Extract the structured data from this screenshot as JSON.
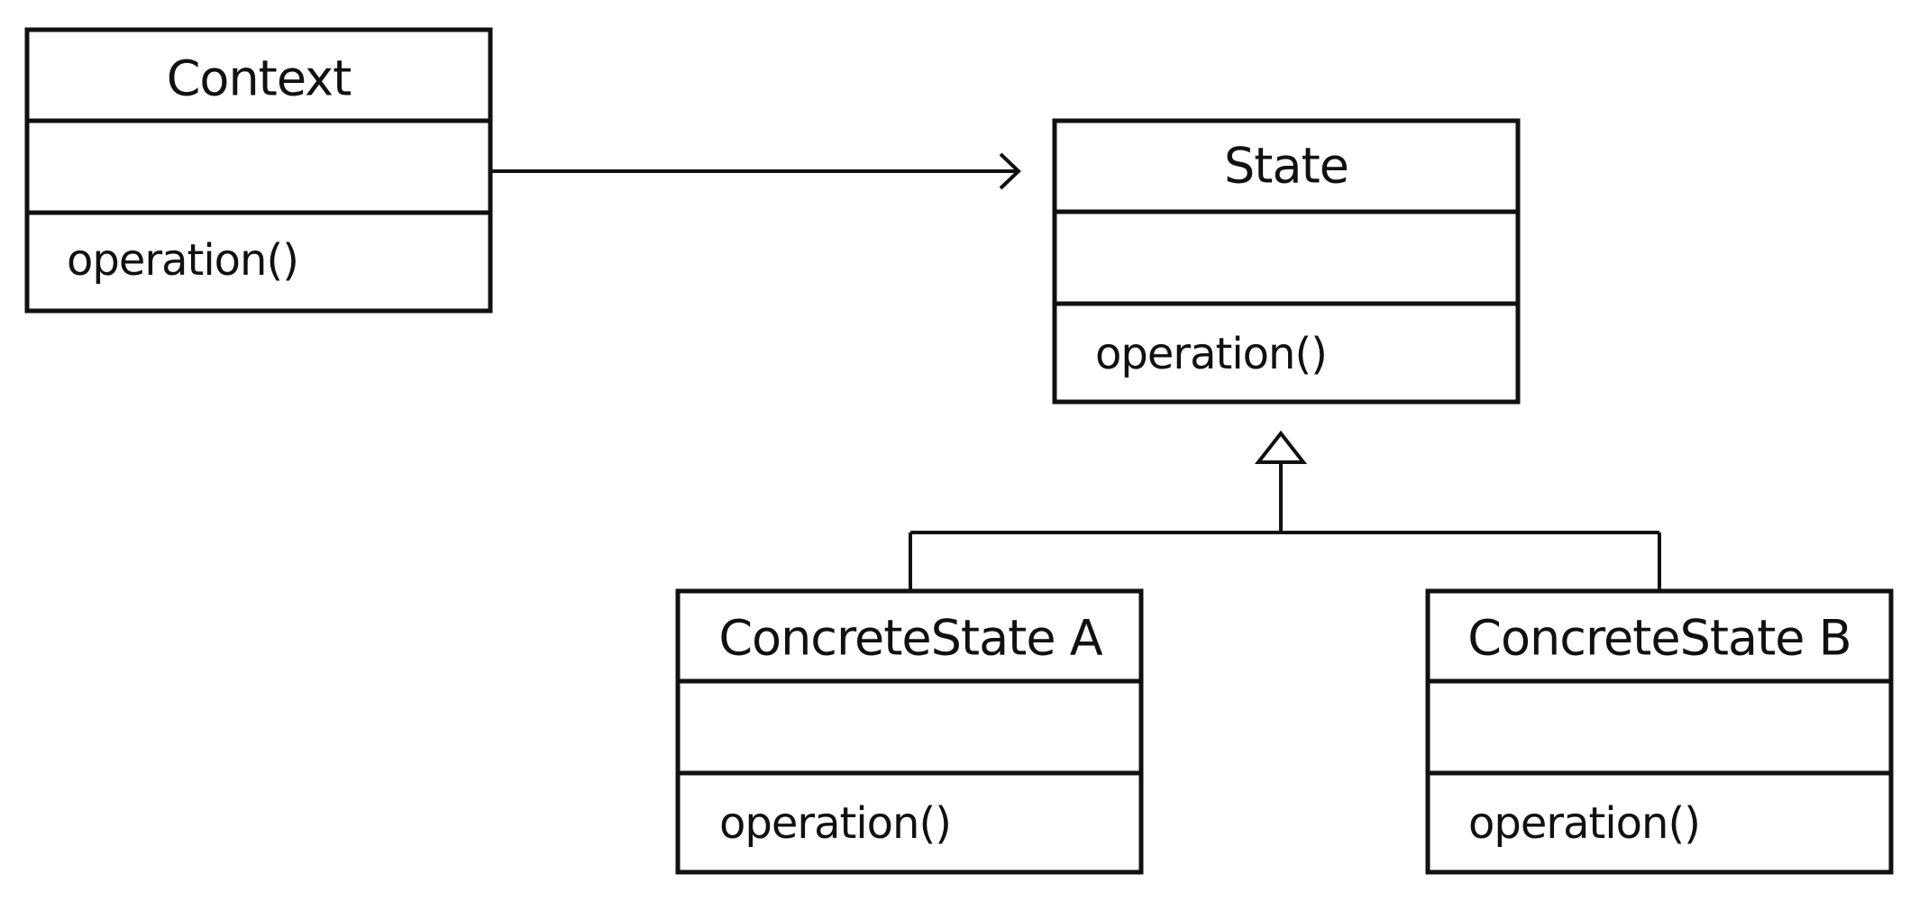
{
  "classes": {
    "context": {
      "name": "Context",
      "attributes": "",
      "operation": "operation()"
    },
    "state": {
      "name": "State",
      "attributes": "",
      "operation": "operation()"
    },
    "concrete_a": {
      "name": "ConcreteState A",
      "attributes": "",
      "operation": "operation()"
    },
    "concrete_b": {
      "name": "ConcreteState B",
      "attributes": "",
      "operation": "operation()"
    }
  },
  "relations": [
    {
      "type": "association",
      "from": "Context",
      "to": "State"
    },
    {
      "type": "inheritance",
      "from": "ConcreteState A",
      "to": "State"
    },
    {
      "type": "inheritance",
      "from": "ConcreteState B",
      "to": "State"
    }
  ],
  "colors": {
    "stroke": "#111111",
    "background": "#ffffff"
  }
}
